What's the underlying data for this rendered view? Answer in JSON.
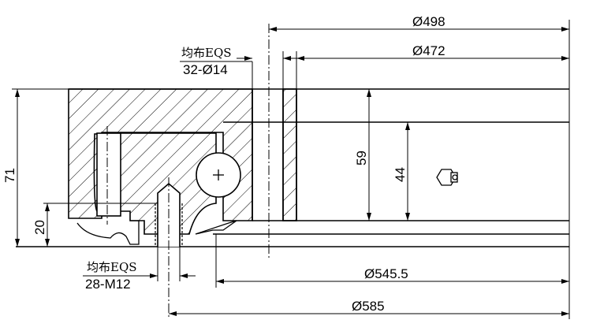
{
  "dimensions": {
    "d498": "Ø498",
    "d472": "Ø472",
    "d545": "Ø545.5",
    "d585": "Ø585",
    "h71": "71",
    "h20": "20",
    "h59": "59",
    "h44": "44"
  },
  "holes": {
    "top_note": "均布EQS",
    "top_spec": "32-Ø14",
    "bottom_note": "均布EQS",
    "bottom_spec": "28-M12"
  }
}
